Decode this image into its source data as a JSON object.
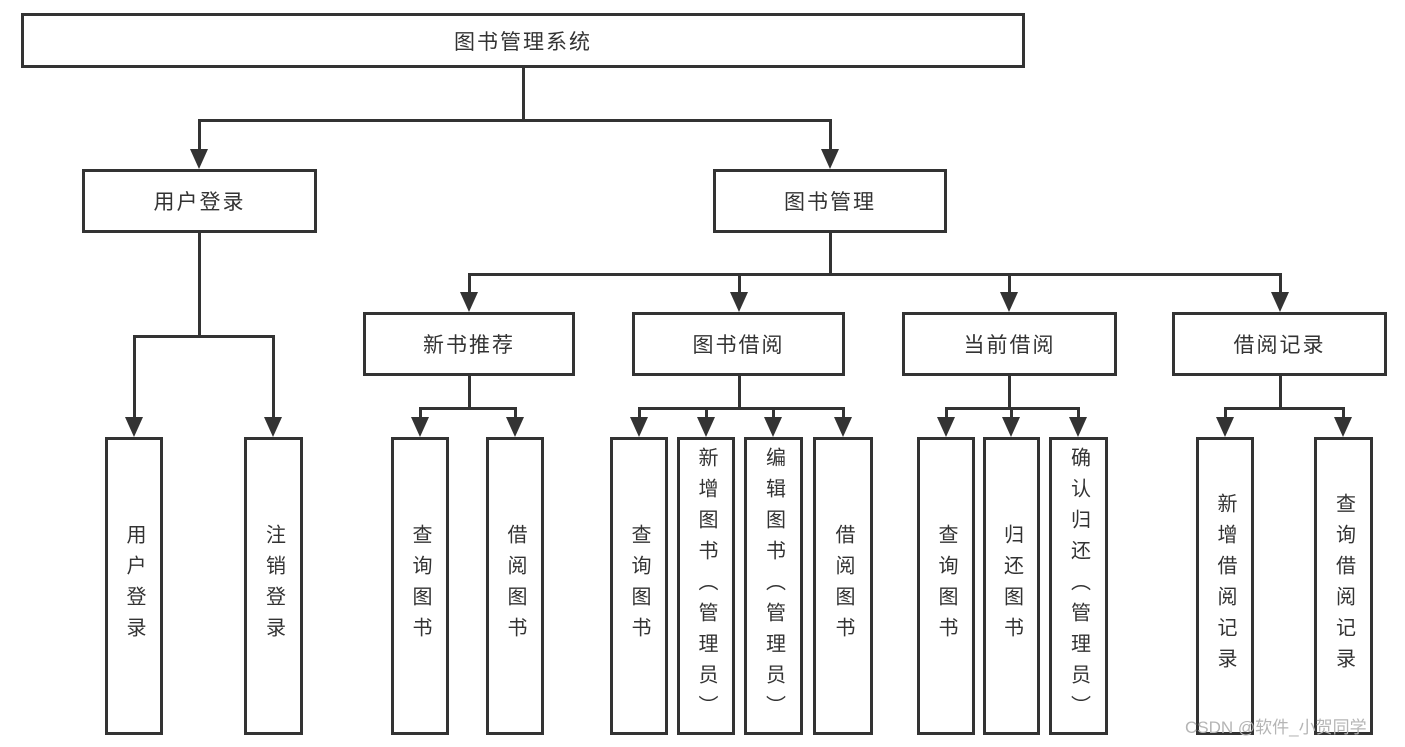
{
  "diagram": {
    "root": {
      "label": "图书管理系统"
    },
    "user_login": {
      "label": "用户登录",
      "children": [
        "用户登录",
        "注销登录"
      ]
    },
    "book_mgmt": {
      "label": "图书管理",
      "sections": [
        {
          "label": "新书推荐",
          "children": [
            "查询图书",
            "借阅图书"
          ]
        },
        {
          "label": "图书借阅",
          "children": [
            "查询图书",
            "新增图书（管理员）",
            "编辑图书（管理员）",
            "借阅图书"
          ]
        },
        {
          "label": "当前借阅",
          "children": [
            "查询图书",
            "归还图书",
            "确认归还（管理员）"
          ]
        },
        {
          "label": "借阅记录",
          "children": [
            "新增借阅记录",
            "查询借阅记录"
          ]
        }
      ]
    },
    "watermark": "CSDN @软件_小贺同学",
    "colors": {
      "line": "#333333",
      "text": "#333333",
      "watermark": "#b5b5b5",
      "background": "#ffffff"
    }
  }
}
